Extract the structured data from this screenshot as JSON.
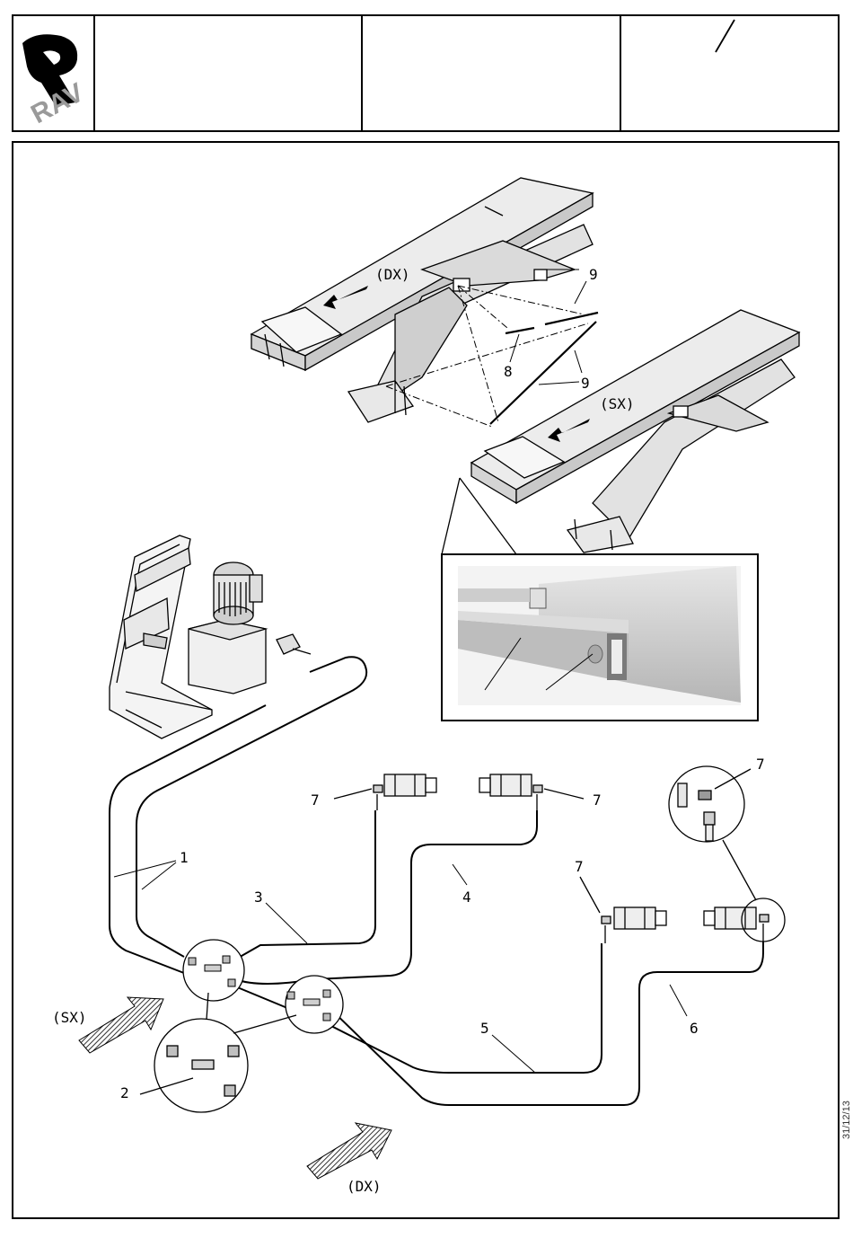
{
  "header": {
    "logo_text": "RAV",
    "slash": "/"
  },
  "labels": {
    "dx_top": "(DX)",
    "sx_top": "(SX)",
    "sx_arrow": "(SX)",
    "dx_arrow": "(DX)",
    "n1": "1",
    "n2": "2",
    "n3": "3",
    "n4": "4",
    "n5": "5",
    "n6": "6",
    "n7a": "7",
    "n7b": "7",
    "n7c": "7",
    "n7d": "7",
    "n8": "8",
    "n9a": "9",
    "n9b": "9"
  },
  "side_date": "31/12/13"
}
